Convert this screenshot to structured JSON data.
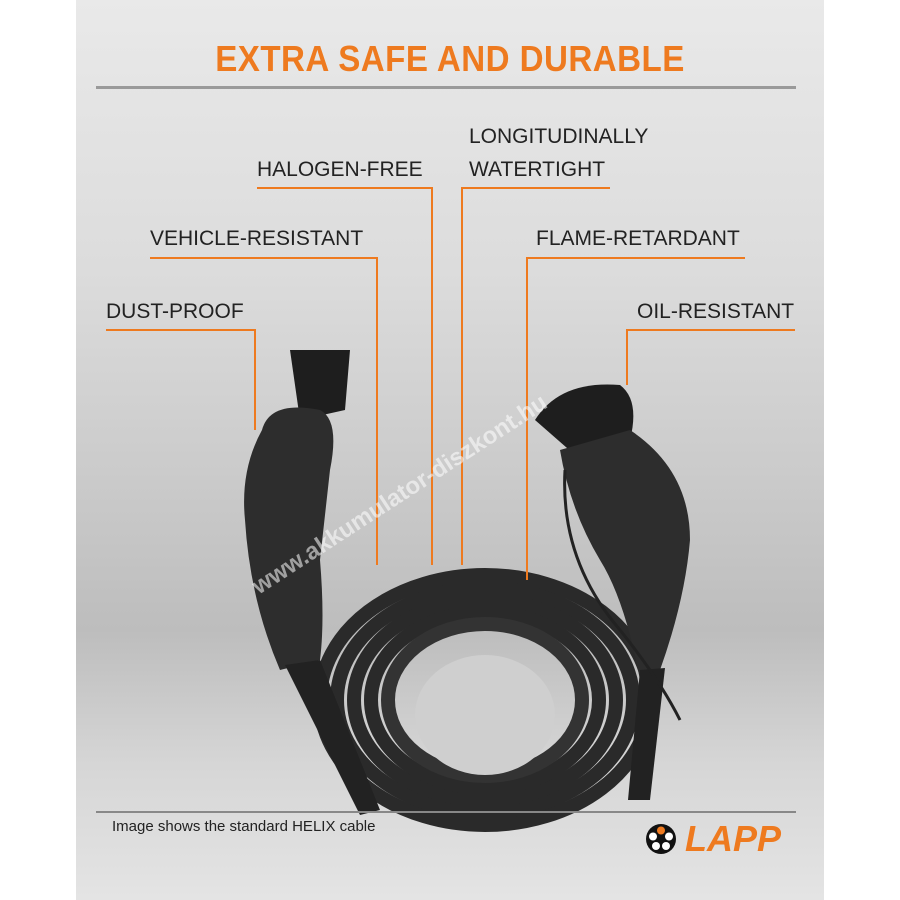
{
  "title": "EXTRA SAFE AND DURABLE",
  "features": {
    "dust_proof": "DUST-PROOF",
    "vehicle_resistant": "VEHICLE-RESISTANT",
    "halogen_free": "HALOGEN-FREE",
    "watertight_line1": "LONGITUDINALLY",
    "watertight_line2": "WATERTIGHT",
    "flame_retardant": "FLAME-RETARDANT",
    "oil_resistant": "OIL-RESISTANT"
  },
  "note": "Image shows the standard HELIX cable",
  "brand": "LAPP",
  "watermark": "www.akkumulator-diszkont.hu",
  "colors": {
    "accent": "#ee7a1f",
    "cable": "#2b2b2b"
  }
}
